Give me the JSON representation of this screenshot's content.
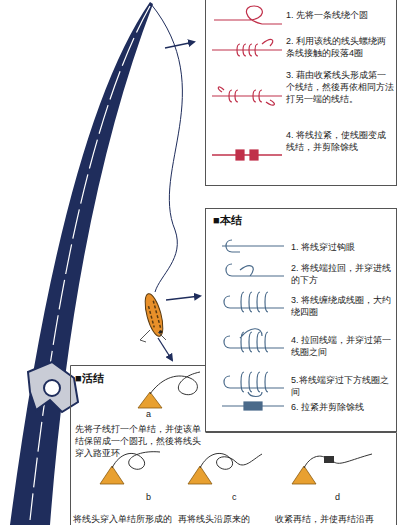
{
  "diagram": {
    "nodes": [
      {
        "text": [
          "1. 先将一条线绕个圆",
          "2. 利用该线的线头螺绕两条线接触的段落4圈",
          "3. 藉由收紧线头形成第一个线结，然後再依相同方法打另一端的线结。",
          "4. 将线拉紧，使线圈变成线结，并剪除馀线"
        ]
      },
      {
        "text": [
          "■本结",
          "1. 将线穿过钩眼",
          "2. 将线端拉回，并穿进线的下方",
          "3. 将线缠绕成线圈，大约绕四圈",
          "4. 拉回线端，并穿过第一线圈之间",
          "5.将线端穿过下方线圈之间",
          "6. 拉紧并剪除馀线"
        ]
      },
      {
        "text": [
          "■活结",
          "a",
          "先将子线打一个单结，并使该单结保留成一个圆孔，然後将线头穿入路亚环",
          "b",
          "c",
          "d",
          "将线头穿入单结所形成的",
          "再将线头沿原来的",
          "收紧再结，并使再结沿再"
        ]
      }
    ]
  }
}
